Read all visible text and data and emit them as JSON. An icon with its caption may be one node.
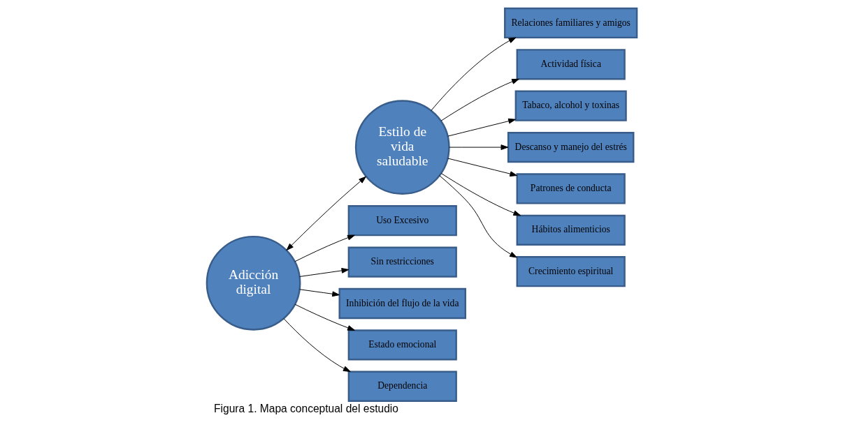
{
  "diagram": {
    "caption": "Figura 1. Mapa conceptual del estudio",
    "nodes": [
      {
        "text": [
          "Adicción digital"
        ]
      },
      {
        "text": [
          "Estilo de vida saludable"
        ]
      },
      {
        "text": [
          "Uso Excesivo"
        ]
      },
      {
        "text": [
          "Sin restricciones"
        ]
      },
      {
        "text": [
          "Inhibición del flujo de la vida"
        ]
      },
      {
        "text": [
          "Estado emocional"
        ]
      },
      {
        "text": [
          "Dependencia"
        ]
      },
      {
        "text": [
          "Relaciones familiares y amigos"
        ]
      },
      {
        "text": [
          "Actividad física"
        ]
      },
      {
        "text": [
          "Tabaco, alcohol y toxinas"
        ]
      },
      {
        "text": [
          "Descanso y manejo del estrés"
        ]
      },
      {
        "text": [
          "Patrones de conducta"
        ]
      },
      {
        "text": [
          "Hábitos alimenticios"
        ]
      },
      {
        "text": [
          "Crecimiento espiritual"
        ]
      }
    ],
    "edges": [
      {
        "from": 0,
        "to": 1,
        "arrow": "both"
      },
      {
        "from": 0,
        "to": 2,
        "arrow": "to"
      },
      {
        "from": 0,
        "to": 3,
        "arrow": "to"
      },
      {
        "from": 0,
        "to": 4,
        "arrow": "to"
      },
      {
        "from": 0,
        "to": 5,
        "arrow": "to"
      },
      {
        "from": 0,
        "to": 6,
        "arrow": "to"
      },
      {
        "from": 1,
        "to": 7,
        "arrow": "to"
      },
      {
        "from": 1,
        "to": 8,
        "arrow": "to"
      },
      {
        "from": 1,
        "to": 9,
        "arrow": "to"
      },
      {
        "from": 1,
        "to": 10,
        "arrow": "to"
      },
      {
        "from": 1,
        "to": 11,
        "arrow": "to"
      },
      {
        "from": 1,
        "to": 12,
        "arrow": "to"
      },
      {
        "from": 1,
        "to": 13,
        "arrow": "to"
      }
    ]
  }
}
